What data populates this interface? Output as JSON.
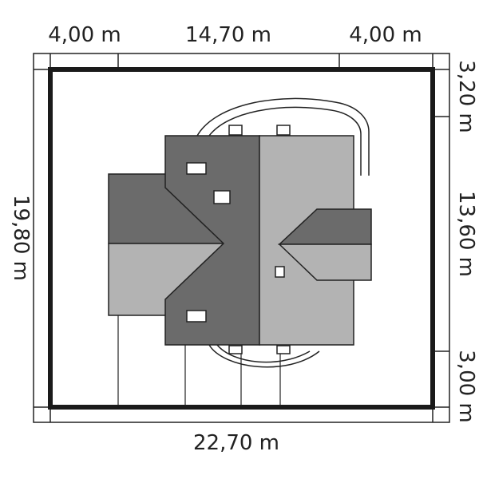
{
  "dimensions": {
    "top_left": "4,00 m",
    "top_middle": "14,70 m",
    "top_right": "4,00 m",
    "left_total": "19,80 m",
    "right_top": "3,20 m",
    "right_middle": "13,60 m",
    "right_bottom": "3,00 m",
    "bottom_total": "22,70 m"
  },
  "colors": {
    "roof_dark": "#6b6b6b",
    "roof_light": "#b3b3b3",
    "line": "#222222",
    "plot_border": "#1a1a1a"
  }
}
